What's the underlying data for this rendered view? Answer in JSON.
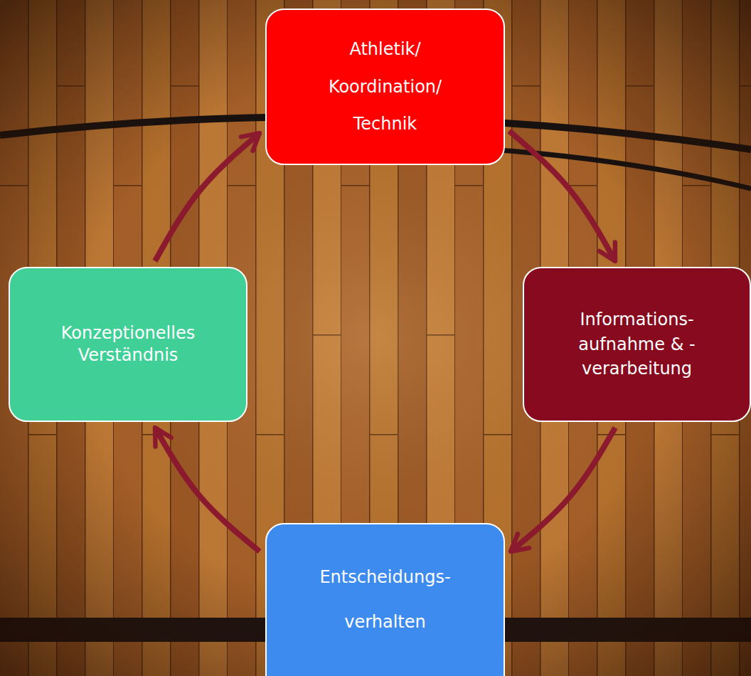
{
  "diagram": {
    "nodes": [
      {
        "text": [
          "Athletik/ Koordination/ Technik"
        ]
      },
      {
        "text": [
          "Informations- aufnahme & - verarbeitung"
        ]
      },
      {
        "text": [
          "Entscheidungs- verhalten"
        ]
      },
      {
        "text": [
          "Konzeptionelles Verständnis"
        ]
      }
    ],
    "edges": [
      {
        "from": 0,
        "to": 1,
        "arrow": "to"
      },
      {
        "from": 1,
        "to": 2,
        "arrow": "to"
      },
      {
        "from": 2,
        "to": 3,
        "arrow": "to"
      },
      {
        "from": 3,
        "to": 0,
        "arrow": "to"
      }
    ]
  }
}
